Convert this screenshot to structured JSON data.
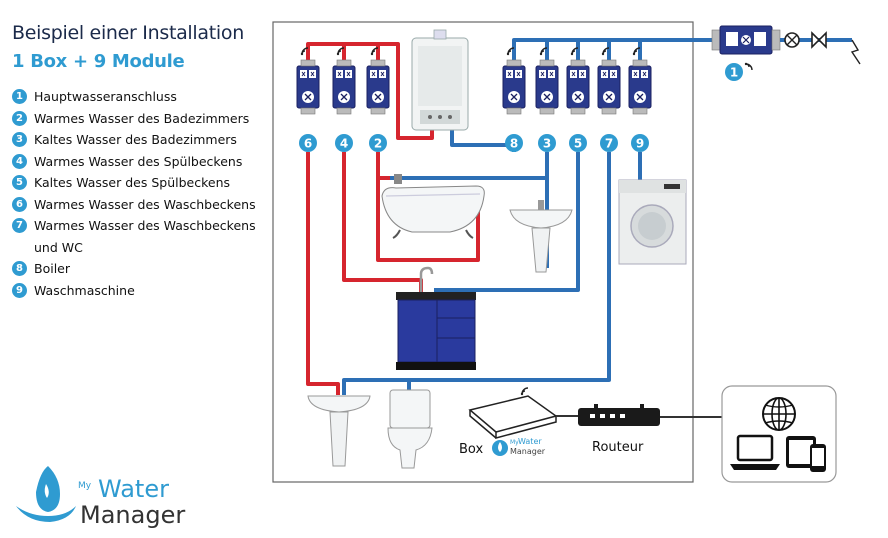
{
  "heading": {
    "title": "Beispiel einer Installation",
    "subtitle": "1 Box + 9 Module"
  },
  "legend": [
    {
      "num": "1",
      "label": "Hauptwasseranschluss"
    },
    {
      "num": "2",
      "label": "Warmes Wasser des Badezimmers"
    },
    {
      "num": "3",
      "label": "Kaltes Wasser des Badezimmers"
    },
    {
      "num": "4",
      "label": "Warmes Wasser des Spülbeckens"
    },
    {
      "num": "5",
      "label": "Kaltes Wasser des Spülbeckens"
    },
    {
      "num": "6",
      "label": "Warmes Wasser des Waschbeckens"
    },
    {
      "num": "7",
      "label": "Warmes Wasser des Waschbeckens und WC"
    },
    {
      "num": "8",
      "label": "Boiler"
    },
    {
      "num": "9",
      "label": "Waschmaschine"
    }
  ],
  "diagram": {
    "box_label": "Box",
    "router_label": "Routeur",
    "module_badges_left": [
      "6",
      "4",
      "2"
    ],
    "module_badges_right": [
      "8",
      "3",
      "5",
      "7",
      "9"
    ],
    "main_badge": "1"
  },
  "logo": {
    "small": "My",
    "line1": "Water",
    "line2": "Manager"
  },
  "colors": {
    "hot": "#d6252e",
    "cold": "#2d6fb5",
    "badge": "#2f9bd1",
    "module_body": "#2a3a8c",
    "title": "#1b2a4a"
  }
}
